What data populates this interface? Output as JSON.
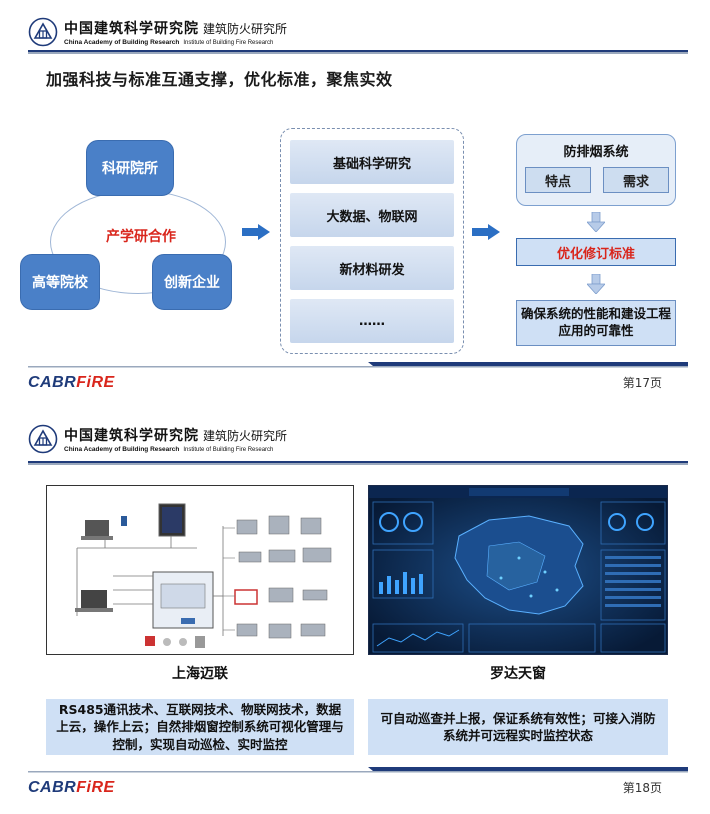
{
  "header": {
    "org_cn": "中国建筑科学研究院",
    "inst_cn": "建筑防火研究所",
    "org_en": "China Academy of Building Research",
    "inst_en": "Institute of Building Fire Research"
  },
  "footer": {
    "brand_a": "CABR",
    "brand_b": "FiRE"
  },
  "slide1": {
    "title": "加强科技与标准互通支撑，优化标准，聚焦实效",
    "circle": {
      "top": "科研院所",
      "left": "高等院校",
      "right": "创新企业",
      "center": "产学研合作"
    },
    "middle": [
      "基础科学研究",
      "大数据、物联网",
      "新材料研发",
      "……"
    ],
    "right": {
      "panel_title": "防排烟系统",
      "sub_a": "特点",
      "sub_b": "需求",
      "red": "优化修订标准",
      "final": "确保系统的性能和建设工程应用的可靠性"
    },
    "page": "第17页"
  },
  "slide2": {
    "left_caption": "上海迈联",
    "right_caption": "罗达天窗",
    "left_desc": "RS485通讯技术、互联网技术、物联网技术，数据上云，操作上云；自然排烟窗控制系统可视化管理与控制，实现自动巡检、实时监控",
    "right_desc": "可自动巡查并上报，保证系统有效性；可接入消防系统并可远程实时监控状态",
    "page": "第18页"
  },
  "colors": {
    "accent_blue": "#4a80c8",
    "navy": "#1f3b7a",
    "red": "#d9261c",
    "light_blue": "#cfe0f5"
  }
}
